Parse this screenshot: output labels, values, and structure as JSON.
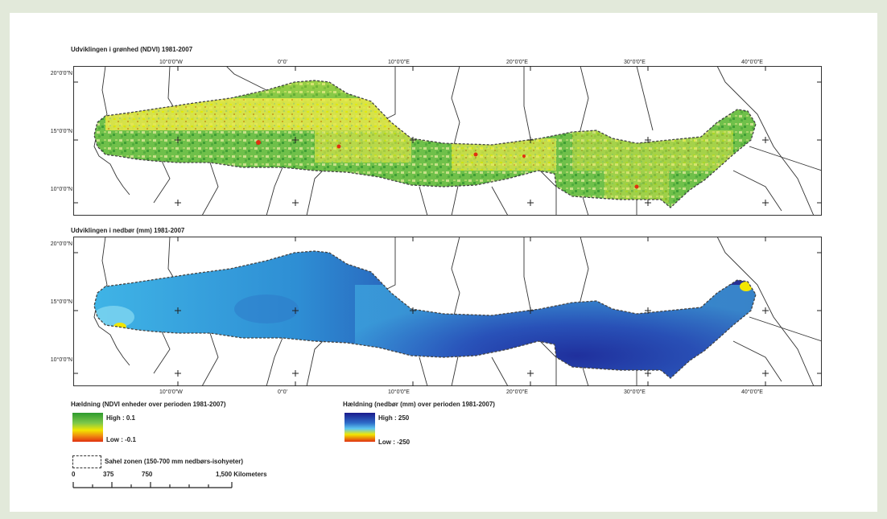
{
  "map1": {
    "title": "Udviklingen i grønhed (NDVI) 1981-2007",
    "top_labels": [
      "10°0'0\"W",
      "0°0'",
      "10°0'0\"E",
      "20°0'0\"E",
      "30°0'0\"E",
      "40°0'0\"E"
    ],
    "left_labels": [
      "20°0'0\"N",
      "15°0'0\"N",
      "10°0'0\"N"
    ]
  },
  "map2": {
    "title": "Udviklingen i nedbør (mm) 1981-2007",
    "bottom_labels": [
      "10°0'0\"W",
      "0°0'",
      "10°0'0\"E",
      "20°0'0\"E",
      "30°0'0\"E",
      "40°0'0\"E"
    ],
    "left_labels": [
      "20°0'0\"N",
      "15°0'0\"N",
      "10°0'0\"N"
    ]
  },
  "legend": {
    "ndvi_title": "Hældning (NDVI enheder over perioden 1981-2007)",
    "ndvi_high": "High : 0.1",
    "ndvi_low": "Low : -0.1",
    "rain_title": "Hældning (nedbør (mm) over perioden 1981-2007)",
    "rain_high": "High : 250",
    "rain_low": "Low : -250",
    "sahel_label": "Sahel zonen (150-700 mm nedbørs-isohyeter)",
    "colors": {
      "ndvi_high": "#2e9a2e",
      "ndvi_mid": "#f2e600",
      "ndvi_low": "#e03010",
      "rain_high": "#1a1a8c",
      "rain_mid": "#f2e600",
      "rain_low": "#e03010"
    }
  },
  "scalebar": {
    "ticks": [
      "0",
      "375",
      "750",
      "1,500 Kilometers"
    ]
  }
}
